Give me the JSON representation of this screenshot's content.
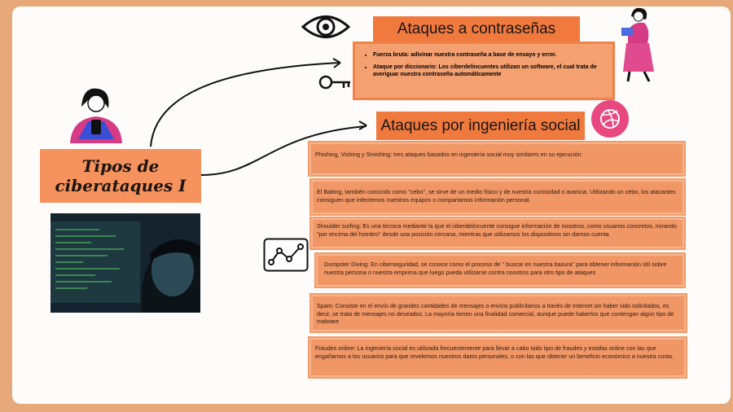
{
  "title": "Tipos de ciberataques I",
  "password_attacks": {
    "heading": "Ataques a contraseñas",
    "items": [
      "Fuerza bruta: adivinar nuestra contraseña a base de ensayo y error.",
      "Ataque por diccionario: Los ciberdelincuentes utilizan un software, el cual trata de averiguar nuestra contraseña automáticamente"
    ]
  },
  "social_attacks": {
    "heading": "Ataques por ingeniería social",
    "cards": [
      "Phishing, Vishing y Smishing: tres ataques basados en ingeniería social muy similares en su ejecución",
      "El Baiting, también conocido como \"cebo\", se sirve de un medio físico y de nuestra curiosidad o avaricia. Utilizando un cebo, los atacantes consiguen que infectemos nuestros equipos o compartamos información personal.",
      "Shoulder surfing: Es una técnica mediante la que el ciberdelincuente consigue información de nosotros, como usuarios concretos, mirando \"por encima del hombro\" desde una posición cercana, mientras que utilizamos los dispositivos sin darnos cuenta",
      "Dumpster Diving: En ciberseguridad, se conoce como el proceso de \" buscar en nuestra basura\" para obtener información útil sobre nuestra persona o nuestra empresa que luego pueda utilizarse contra nosotros para otro tipo de ataques",
      "Spam: Consiste en el envío de grandes cantidades de mensajes o envíos publicitarios a través de Internet sin haber sido solicitados, es decir, se trata de mensajes no deseados. La mayoría tienen una finalidad comercial, aunque puede haberlos que contengan algún tipo de malware",
      "Fraudes online: La ingeniería social es utilizada frecuentemente para llevar a cabo todo tipo de fraudes y estafas online con las que engañarnos a los usuarios para que revelemos nuestros datos personales, o con las que obtener un beneficio económico a nuestra costa."
    ]
  },
  "colors": {
    "accent": "#f07a3e",
    "card": "#f19766",
    "background": "#e8a97a"
  },
  "icons": [
    "eye-icon",
    "key-icon",
    "dribbble-icon",
    "line-chart-icon",
    "arrow-icon",
    "person-phone-illustration",
    "person-tablet-illustration",
    "hacker-photo"
  ]
}
